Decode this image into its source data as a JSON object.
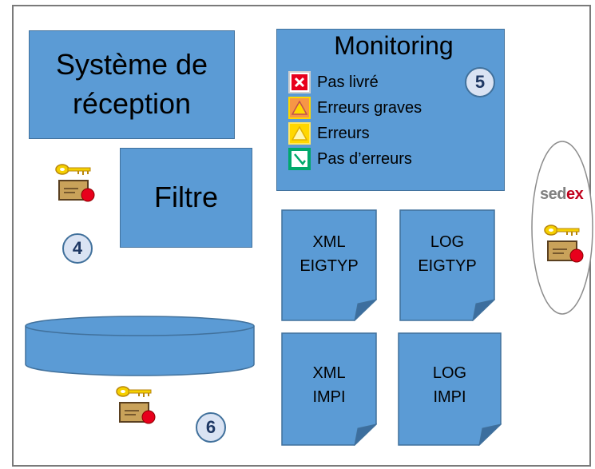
{
  "reception": {
    "line1": "Système de",
    "line2": "réception"
  },
  "filtre": {
    "label": "Filtre"
  },
  "monitoring": {
    "title": "Monitoring",
    "legend": [
      {
        "label": "Pas livré",
        "icon": "cross-icon",
        "color": "#e8001c"
      },
      {
        "label": "Erreurs graves",
        "icon": "warning-icon",
        "color": "#f79646"
      },
      {
        "label": "Erreurs",
        "icon": "warning-icon",
        "color": "#ffd700"
      },
      {
        "label": "Pas d’erreurs",
        "icon": "check-icon",
        "color": "#00a86b"
      }
    ]
  },
  "badges": {
    "b4": "4",
    "b5": "5",
    "b6": "6"
  },
  "documents": {
    "xml_eigtyp": {
      "line1": "XML",
      "line2": "EIGTYP"
    },
    "log_eigtyp": {
      "line1": "LOG",
      "line2": "EIGTYP"
    },
    "xml_impi": {
      "line1": "XML",
      "line2": "IMPI"
    },
    "log_impi": {
      "line1": "LOG",
      "line2": "IMPI"
    }
  },
  "sedex": {
    "part1": "sed",
    "part2": "ex"
  },
  "colors": {
    "box_fill": "#5b9bd5",
    "box_stroke": "#41719c"
  }
}
